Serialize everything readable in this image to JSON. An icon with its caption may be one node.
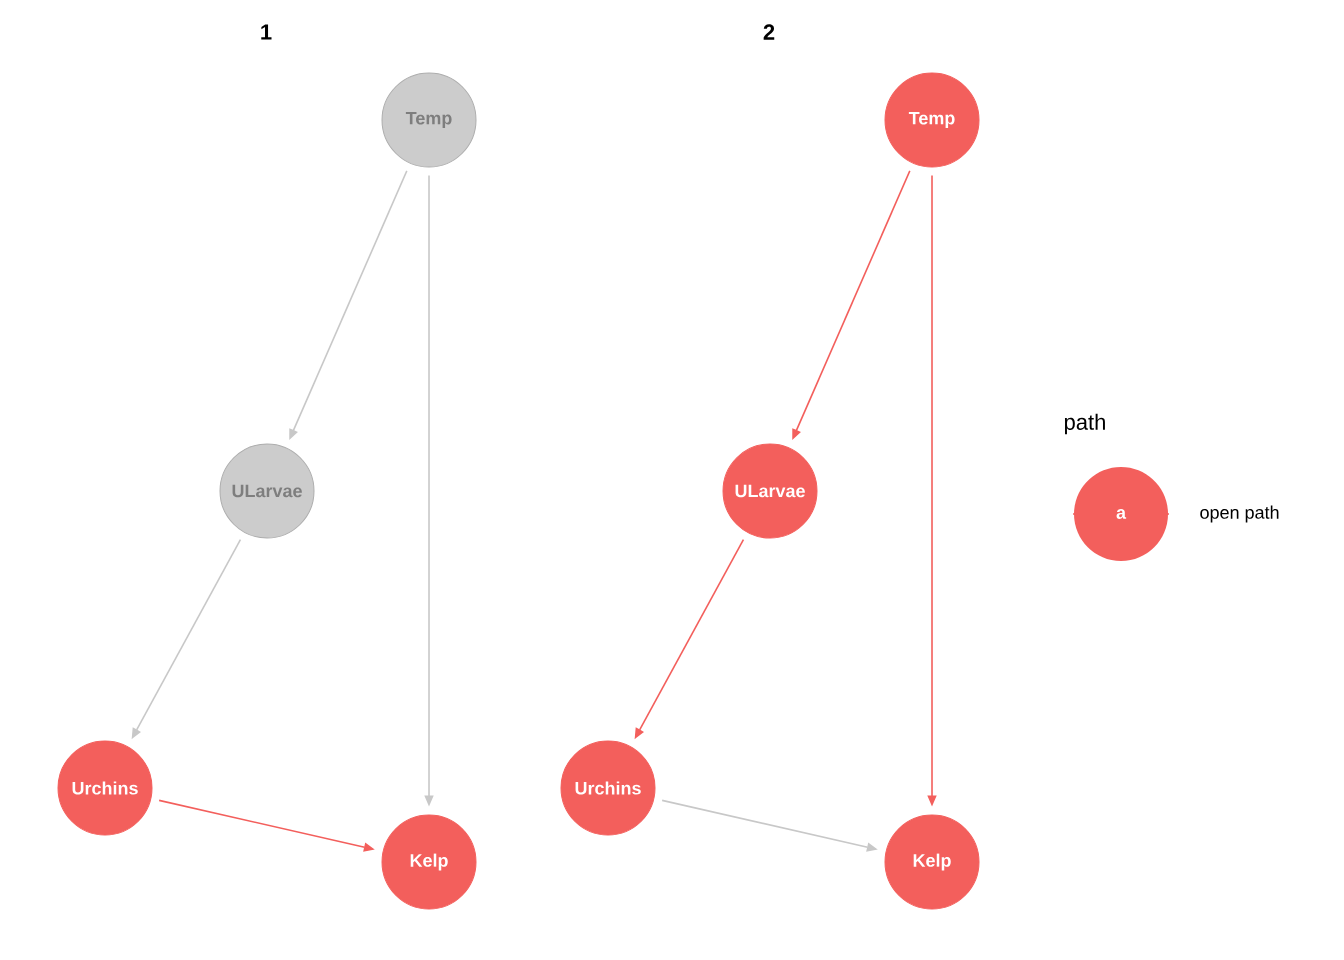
{
  "diagram": {
    "nodes": [
      {
        "text": [
          "Temp"
        ]
      },
      {
        "text": [
          "ULarvae"
        ]
      },
      {
        "text": [
          "Urchins"
        ]
      },
      {
        "text": [
          "Kelp"
        ]
      },
      {
        "text": [
          "Temp"
        ]
      },
      {
        "text": [
          "ULarvae"
        ]
      },
      {
        "text": [
          "Urchins"
        ]
      },
      {
        "text": [
          "Kelp"
        ]
      }
    ],
    "edges": [
      {
        "from": 0,
        "to": 1,
        "arrow": "to",
        "color": "#c8c8c8"
      },
      {
        "from": 0,
        "to": 3,
        "arrow": "to",
        "color": "#c8c8c8"
      },
      {
        "from": 1,
        "to": 2,
        "arrow": "to",
        "color": "#c8c8c8"
      },
      {
        "from": 2,
        "to": 3,
        "arrow": "to",
        "color": "#f35f5c"
      },
      {
        "from": 4,
        "to": 5,
        "arrow": "to",
        "color": "#f35f5c"
      },
      {
        "from": 4,
        "to": 7,
        "arrow": "to",
        "color": "#f35f5c"
      },
      {
        "from": 5,
        "to": 6,
        "arrow": "to",
        "color": "#f35f5c"
      },
      {
        "from": 6,
        "to": 7,
        "arrow": "to",
        "color": "#c8c8c8"
      }
    ],
    "labels": [
      "1",
      "2",
      "path",
      "a"
    ],
    "legend": [
      {
        "text": "open path",
        "color": "#f35f5c"
      }
    ]
  }
}
